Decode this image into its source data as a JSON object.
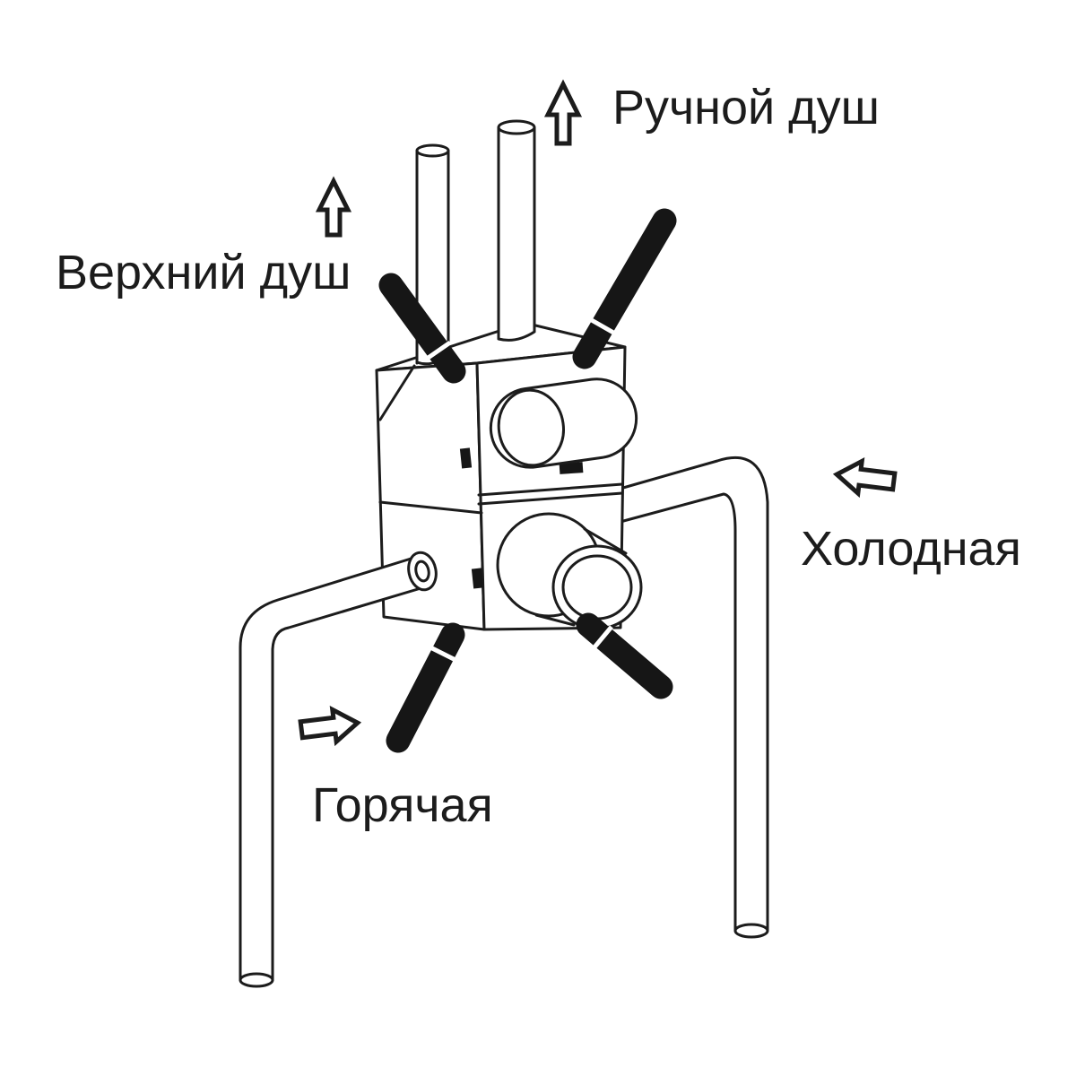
{
  "diagram": {
    "background_color": "#ffffff",
    "line_color": "#1c1c1c",
    "labels": {
      "hand_shower": {
        "text": "Ручной душ",
        "arrow_direction": "up"
      },
      "overhead_shower": {
        "text": "Верхний душ",
        "arrow_direction": "up"
      },
      "cold_water": {
        "text": "Холодная",
        "arrow_direction": "left"
      },
      "hot_water": {
        "text": "Горячая",
        "arrow_direction": "right"
      }
    }
  }
}
